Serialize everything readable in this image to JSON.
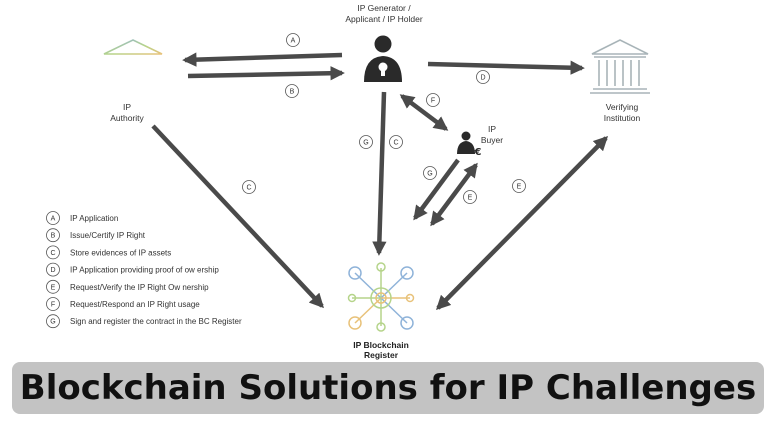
{
  "title": "Blockchain Solutions for IP Challenges",
  "nodes": {
    "generator": {
      "line1": "IP Generator /",
      "line2": "Applicant / IP Holder",
      "icon": "person-lightbulb-icon"
    },
    "authority": {
      "line1": "IP",
      "line2": "Authority",
      "icon": "bank-building-icon"
    },
    "verifier": {
      "line1": "Verifying",
      "line2": "Institution",
      "icon": "bank-building-icon"
    },
    "buyer": {
      "line1": "IP",
      "line2": "Buyer",
      "icon": "person-euro-icon"
    },
    "register": {
      "line1": "IP Blockchain",
      "line2": "Register",
      "icon": "network-node-icon"
    }
  },
  "edge_labels": {
    "a": "A",
    "b": "B",
    "c1": "C",
    "c2": "C",
    "d": "D",
    "e1": "E",
    "e2": "E",
    "f": "F",
    "g1": "G",
    "g2": "G"
  },
  "legend": [
    {
      "key": "A",
      "text": "IP Application"
    },
    {
      "key": "B",
      "text": "Issue/Certify IP Right"
    },
    {
      "key": "C",
      "text": "Store evidences of IP assets"
    },
    {
      "key": "D",
      "text": "IP Application providing proof of ow ership"
    },
    {
      "key": "E",
      "text": "Request/Verify the IP Right Ow nership"
    },
    {
      "key": "F",
      "text": "Request/Respond an IP Right usage"
    },
    {
      "key": "G",
      "text": "Sign and register the contract in the BC Register"
    }
  ],
  "colors": {
    "arrow": "#4a4a4a",
    "banner": "#c3c3c3",
    "bank_authority": [
      "#8fb3d9",
      "#b5d48a",
      "#e8c27a"
    ],
    "bank_verifier": "#a8b4b8",
    "network": [
      "#8fb3d9",
      "#b5d48a",
      "#e8c27a"
    ]
  }
}
